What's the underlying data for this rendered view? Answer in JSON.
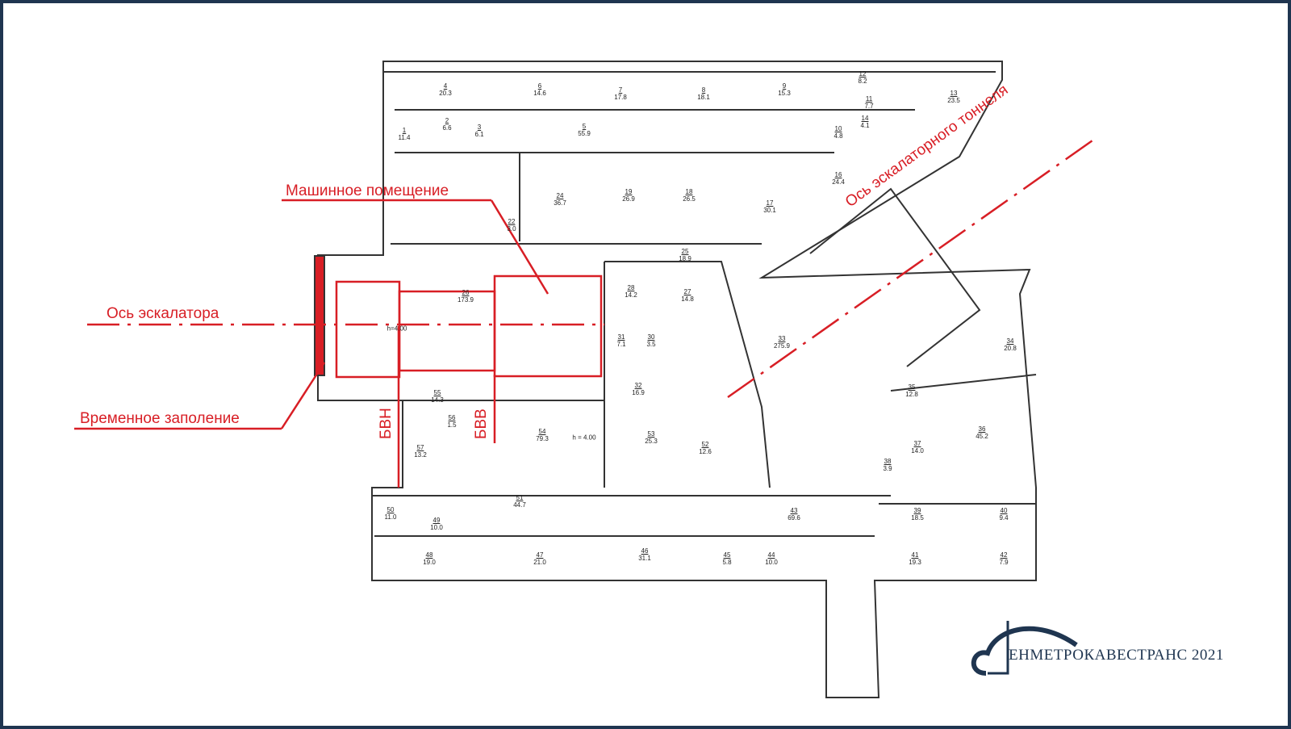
{
  "annotations": {
    "machine_room": "Машинное помещение",
    "escalator_axis": "Ось эскалатора",
    "tunnel_axis": "Ось эскалаторного тоннеля",
    "temporary_fill": "Временное заполение",
    "bvn": "БВН",
    "bvv": "БВВ",
    "height_label": "h=4.00",
    "height_label_2": "h = 4.00"
  },
  "logo": {
    "text": "ЕНМЕТРОКАВЕСТРАНС  2021",
    "mark": "Л"
  },
  "colors": {
    "frame": "#1f3550",
    "annotation": "#d81e25",
    "walls": "#333333"
  },
  "rooms": [
    {
      "n": "4",
      "a": "20.3"
    },
    {
      "n": "6",
      "a": "14.6"
    },
    {
      "n": "7",
      "a": "17.8"
    },
    {
      "n": "8",
      "a": "18.1"
    },
    {
      "n": "9",
      "a": "15.3"
    },
    {
      "n": "12",
      "a": "8.2"
    },
    {
      "n": "11",
      "a": "7.7"
    },
    {
      "n": "13",
      "a": "23.5"
    },
    {
      "n": "1",
      "a": "11.4"
    },
    {
      "n": "2",
      "a": "6.6"
    },
    {
      "n": "3",
      "a": "6.1"
    },
    {
      "n": "5",
      "a": "55.9"
    },
    {
      "n": "10",
      "a": "4.8"
    },
    {
      "n": "14",
      "a": "4.1"
    },
    {
      "n": "24",
      "a": "36.7"
    },
    {
      "n": "19",
      "a": "26.9"
    },
    {
      "n": "18",
      "a": "26.5"
    },
    {
      "n": "17",
      "a": "30.1"
    },
    {
      "n": "16",
      "a": "24.4"
    },
    {
      "n": "22",
      "a": "3.0"
    },
    {
      "n": "25",
      "a": "18.9"
    },
    {
      "n": "26",
      "a": "173.9"
    },
    {
      "n": "28",
      "a": "14.2"
    },
    {
      "n": "27",
      "a": "14.8"
    },
    {
      "n": "31",
      "a": "7.1"
    },
    {
      "n": "30",
      "a": "3.5"
    },
    {
      "n": "33",
      "a": "275.9"
    },
    {
      "n": "32",
      "a": "16.9"
    },
    {
      "n": "34",
      "a": "20.8"
    },
    {
      "n": "35",
      "a": "12.8"
    },
    {
      "n": "36",
      "a": "45.2"
    },
    {
      "n": "37",
      "a": "14.0"
    },
    {
      "n": "38",
      "a": "3.9"
    },
    {
      "n": "55",
      "a": "14.3"
    },
    {
      "n": "56",
      "a": "1.5"
    },
    {
      "n": "57",
      "a": "13.2"
    },
    {
      "n": "54",
      "a": "79.3"
    },
    {
      "n": "53",
      "a": "25.3"
    },
    {
      "n": "52",
      "a": "12.6"
    },
    {
      "n": "51",
      "a": "44.7"
    },
    {
      "n": "50",
      "a": "11.0"
    },
    {
      "n": "49",
      "a": "10.0"
    },
    {
      "n": "48",
      "a": "19.0"
    },
    {
      "n": "47",
      "a": "21.0"
    },
    {
      "n": "46",
      "a": "31.1"
    },
    {
      "n": "45",
      "a": "5.8"
    },
    {
      "n": "44",
      "a": "10.0"
    },
    {
      "n": "43",
      "a": "69.6"
    },
    {
      "n": "39",
      "a": "18.5"
    },
    {
      "n": "40",
      "a": "9.4"
    },
    {
      "n": "41",
      "a": "19.3"
    },
    {
      "n": "42",
      "a": "7.9"
    }
  ]
}
